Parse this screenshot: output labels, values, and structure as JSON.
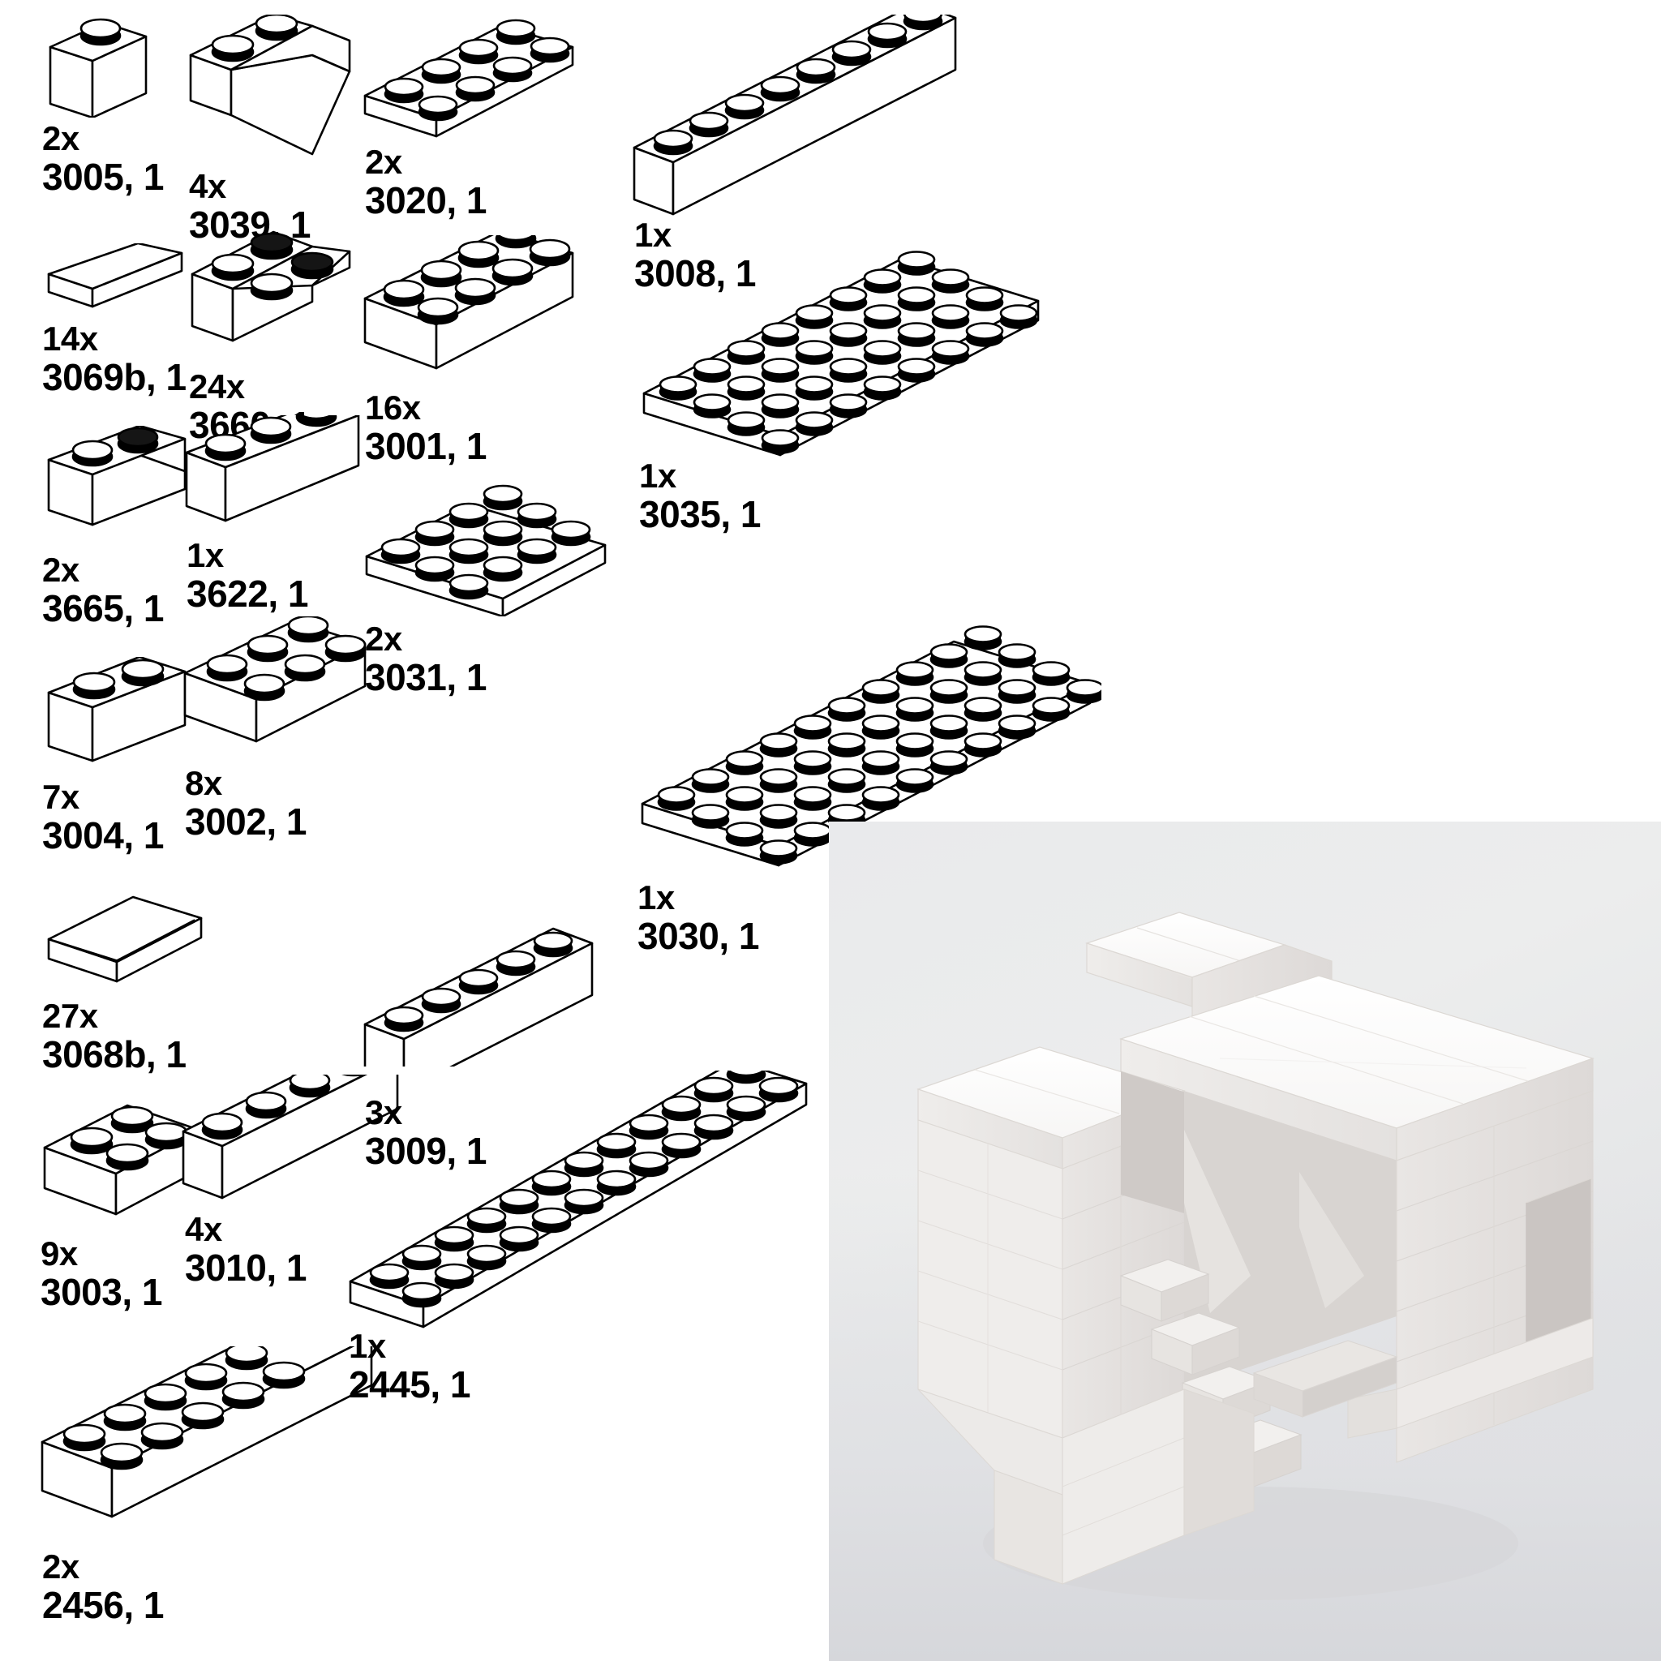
{
  "document": {
    "kind": "lego-parts-list",
    "background_color": "#ffffff",
    "ink_color": "#000000"
  },
  "parts": [
    {
      "id": "p-3005",
      "qty": "2x",
      "pid": "3005, 1",
      "shape": "brick-1x1",
      "name": "brick-1x1"
    },
    {
      "id": "p-3039",
      "qty": "4x",
      "pid": "3039, 1",
      "shape": "slope-45-2x2",
      "name": "slope-45-2x2"
    },
    {
      "id": "p-3020",
      "qty": "2x",
      "pid": "3020, 1",
      "shape": "plate-2x4",
      "name": "plate-2x4"
    },
    {
      "id": "p-3008",
      "qty": "1x",
      "pid": "3008, 1",
      "shape": "brick-1x8",
      "name": "brick-1x8"
    },
    {
      "id": "p-3069b",
      "qty": "14x",
      "pid": "3069b, 1",
      "shape": "tile-1x2",
      "name": "tile-1x2"
    },
    {
      "id": "p-3660",
      "qty": "24x",
      "pid": "3660, 1",
      "shape": "slope-inv-45-2x2",
      "name": "slope-inverted-45-2x2"
    },
    {
      "id": "p-3001",
      "qty": "16x",
      "pid": "3001, 1",
      "shape": "brick-2x4",
      "name": "brick-2x4"
    },
    {
      "id": "p-3035",
      "qty": "1x",
      "pid": "3035, 1",
      "shape": "plate-4x8",
      "name": "plate-4x8"
    },
    {
      "id": "p-3665",
      "qty": "2x",
      "pid": "3665, 1",
      "shape": "slope-inv-45-1x2",
      "name": "slope-inverted-45-1x2"
    },
    {
      "id": "p-3622",
      "qty": "1x",
      "pid": "3622, 1",
      "shape": "brick-1x3",
      "name": "brick-1x3"
    },
    {
      "id": "p-3031",
      "qty": "2x",
      "pid": "3031, 1",
      "shape": "plate-4x4",
      "name": "plate-4x4"
    },
    {
      "id": "p-3030",
      "qty": "1x",
      "pid": "3030, 1",
      "shape": "plate-4x10",
      "name": "plate-4x10"
    },
    {
      "id": "p-3004",
      "qty": "7x",
      "pid": "3004, 1",
      "shape": "brick-1x2",
      "name": "brick-1x2"
    },
    {
      "id": "p-3002",
      "qty": "8x",
      "pid": "3002, 1",
      "shape": "brick-2x3",
      "name": "brick-2x3"
    },
    {
      "id": "p-3068b",
      "qty": "27x",
      "pid": "3068b, 1",
      "shape": "tile-2x2",
      "name": "tile-2x2"
    },
    {
      "id": "p-3009",
      "qty": "3x",
      "pid": "3009, 1",
      "shape": "brick-1x6",
      "name": "brick-1x6"
    },
    {
      "id": "p-3003",
      "qty": "9x",
      "pid": "3003, 1",
      "shape": "brick-2x2",
      "name": "brick-2x2"
    },
    {
      "id": "p-3010",
      "qty": "4x",
      "pid": "3010, 1",
      "shape": "brick-1x4",
      "name": "brick-1x4"
    },
    {
      "id": "p-2445",
      "qty": "1x",
      "pid": "2445, 1",
      "shape": "plate-2x12",
      "name": "plate-2x12"
    },
    {
      "id": "p-2456",
      "qty": "2x",
      "pid": "2456, 1",
      "shape": "brick-2x6",
      "name": "brick-2x6"
    }
  ],
  "render": {
    "name": "assembled-model-preview",
    "description": "White LEGO model render",
    "background_color": "#e9eaec",
    "brick_color": "#f4f2f0"
  }
}
